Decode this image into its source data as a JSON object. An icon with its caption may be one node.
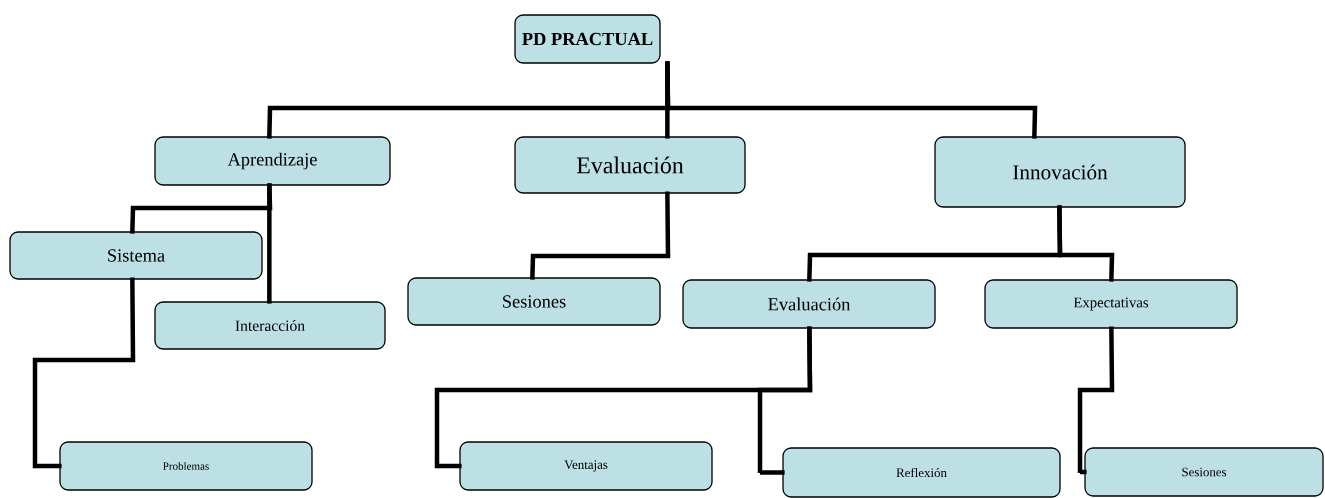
{
  "diagram": {
    "nodes": [
      {
        "text": [
          "PD PRACTUAL"
        ]
      },
      {
        "text": [
          "Aprendizaje"
        ]
      },
      {
        "text": [
          "Evaluación"
        ]
      },
      {
        "text": [
          "Innovación"
        ]
      },
      {
        "text": [
          "Sistema"
        ]
      },
      {
        "text": [
          "Interacción"
        ]
      },
      {
        "text": [
          "Sesiones"
        ]
      },
      {
        "text": [
          "Evaluación"
        ]
      },
      {
        "text": [
          "Expectativas"
        ]
      },
      {
        "text": [
          "Problemas"
        ]
      },
      {
        "text": [
          "Ventajas"
        ]
      },
      {
        "text": [
          "Reflexión"
        ]
      },
      {
        "text": [
          "Sesiones"
        ]
      }
    ],
    "edges": [
      {
        "from": 0,
        "to": 1,
        "arrow": "none"
      },
      {
        "from": 0,
        "to": 2,
        "arrow": "none"
      },
      {
        "from": 0,
        "to": 3,
        "arrow": "none"
      },
      {
        "from": 1,
        "to": 4,
        "arrow": "none"
      },
      {
        "from": 1,
        "to": 5,
        "arrow": "none"
      },
      {
        "from": 2,
        "to": 6,
        "arrow": "none"
      },
      {
        "from": 3,
        "to": 7,
        "arrow": "none"
      },
      {
        "from": 3,
        "to": 8,
        "arrow": "none"
      },
      {
        "from": 4,
        "to": 9,
        "arrow": "none"
      },
      {
        "from": 7,
        "to": 10,
        "arrow": "none"
      },
      {
        "from": 7,
        "to": 11,
        "arrow": "none"
      },
      {
        "from": 8,
        "to": 12,
        "arrow": "none"
      }
    ]
  }
}
